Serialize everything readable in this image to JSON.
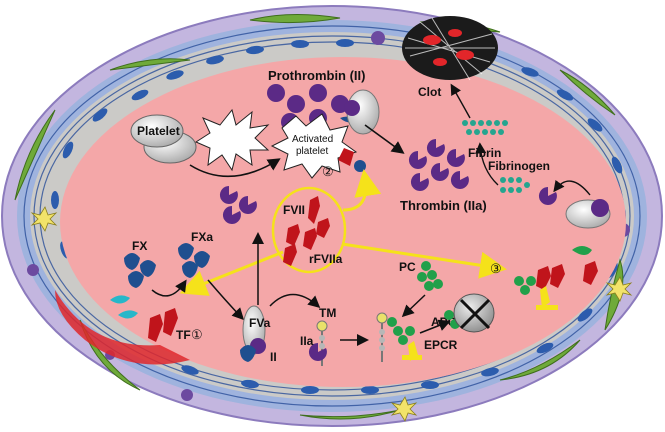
{
  "labels": {
    "prothrombin": "Prothrombin (II)",
    "clot": "Clot",
    "platelet": "Platelet",
    "activated_platelet_line1": "Activated",
    "activated_platelet_line2": "platelet",
    "fibrin": "Fibrin",
    "fibrinogen": "Fibrinogen",
    "thrombin": "Thrombin (IIa)",
    "fvii": "FVII",
    "rfviia": "rFVIIa",
    "fx": "FX",
    "fxa": "FXa",
    "tf": "TF",
    "fva": "FVa",
    "ii": "II",
    "tm": "TM",
    "iia": "IIa",
    "pc": "PC",
    "apc": "APC",
    "epcr": "EPCR"
  },
  "step_markers": [
    "①",
    "②",
    "③"
  ],
  "colors": {
    "lumen": "#f4a7a8",
    "vessel_wall": "#b7a7d6",
    "endothelium": "#3a6fb5",
    "arrow_yellow": "#f5e21a",
    "factor_purple": "#5b2a86",
    "factor_blue": "#1f4f8f",
    "factor_red": "#c0141b",
    "protein_c_green": "#21a04a"
  }
}
